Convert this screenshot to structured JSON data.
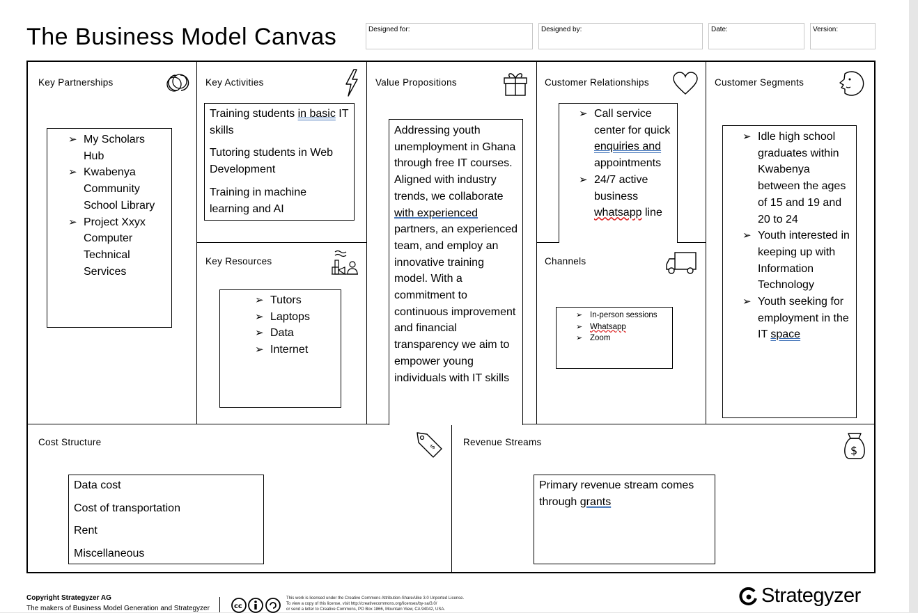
{
  "title": "The Business Model Canvas",
  "meta": {
    "designed_for": "Designed for:",
    "designed_by": "Designed by:",
    "date": "Date:",
    "version": "Version:"
  },
  "sections": {
    "key_partnerships": {
      "title": "Key Partnerships",
      "items": [
        "My Scholars Hub",
        "Kwabenya Community School Library",
        "Project Xxyx Computer Technical Services"
      ]
    },
    "key_activities": {
      "title": "Key Activities",
      "p1a": "Training students ",
      "p1b": "in  basic",
      "p1c": " IT skills",
      "p2": "Tutoring students in Web Development",
      "p3": "Training in machine learning and AI"
    },
    "key_resources": {
      "title": "Key Resources",
      "items": [
        "Tutors",
        "Laptops",
        "Data",
        "Internet"
      ]
    },
    "value_propositions": {
      "title": "Value Propositions",
      "t1": "Addressing youth unemployment in Ghana through free IT courses. Aligned with industry trends, we collaborate ",
      "t2": "with experienced",
      "t3": " partners, an experienced team, and employ an innovative training model. With a commitment to continuous improvement and financial transparency we aim to empower young individuals with IT skills"
    },
    "customer_relationships": {
      "title": "Customer Relationships",
      "i1a": "Call service center for quick ",
      "i1b": "enquiries and",
      "i1c": " appointments",
      "i2a": "24/7 active business ",
      "i2b": "whatsapp",
      "i2c": " line"
    },
    "channels": {
      "title": "Channels",
      "items": [
        "In-person sessions",
        "Whatsapp",
        "Zoom"
      ]
    },
    "customer_segments": {
      "title": "Customer  Segments",
      "i1": "Idle high school graduates within Kwabenya between the ages of 15 and 19 and 20 to 24",
      "i2": "Youth interested in keeping up with Information Technology",
      "i3a": "Youth seeking for employment in the IT ",
      "i3b": "space"
    },
    "cost_structure": {
      "title": "Cost Structure",
      "items": [
        "Data cost",
        "Cost of transportation",
        "Rent",
        "Miscellaneous"
      ]
    },
    "revenue_streams": {
      "title": "Revenue  Streams",
      "t1": "Primary revenue stream comes through ",
      "t2": "grants"
    }
  },
  "footer": {
    "copyright": "Copyright Strategyzer AG",
    "makers": "The makers of Business Model Generation and Strategyzer",
    "license1": "This work is licensed under the Creative Commons Attribution-ShareAlike 3.0 Unported License.",
    "license2": "To view a copy of this license, visit http://creativecommons.org/licenses/by-sa/3.0/",
    "license3": "or send a letter to Creative Commons, PO Box 1866, Mountain View, CA 94042, USA.",
    "brand": "Strategyzer"
  },
  "icons": [
    "link-icon",
    "lightning-icon",
    "gift-icon",
    "heart-icon",
    "face-icon",
    "factory-person-icon",
    "truck-icon",
    "price-tag-icon",
    "money-bag-icon",
    "creative-commons-icon",
    "strategyzer-logo-icon"
  ]
}
